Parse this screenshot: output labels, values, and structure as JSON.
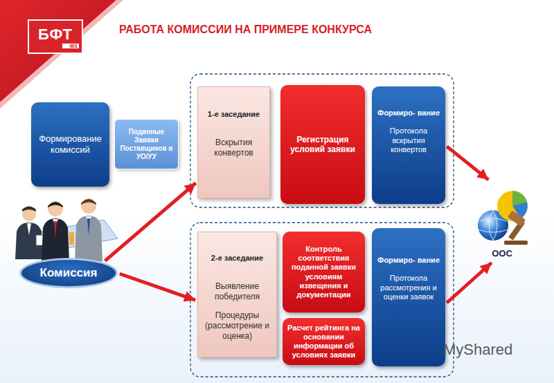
{
  "diagram": {
    "title": "РАБОТА КОМИССИИ НА ПРИМЕРЕ КОНКУРСА",
    "nodes": [
      {
        "text": [
          "БФТ",
          "IBS"
        ]
      },
      {
        "text": [
          "Формирование комиссий"
        ]
      },
      {
        "text": [
          "Поданные Заявки Поставщиков в УО/УУ"
        ]
      },
      {
        "text": [
          "1-е заседание",
          "Вскрытия конвертов"
        ]
      },
      {
        "text": [
          "Регистрация условий заявки"
        ]
      },
      {
        "text": [
          "Формиро- вание",
          "Протокола вскрытия конвертов"
        ]
      },
      {
        "text": [
          "Комиссия"
        ]
      },
      {
        "text": [
          "ООС"
        ]
      },
      {
        "text": [
          "2-е заседание",
          "Выявление победителя",
          "Процедуры (рассмотрение и оценка)"
        ]
      },
      {
        "text": [
          "Контроль соответствия поданной заявки условиям извещения и документации"
        ]
      },
      {
        "text": [
          "Расчет рейтинга на основании информации об условиях заявки"
        ]
      },
      {
        "text": [
          "Формиро- вание",
          "Протокола рассмотрения и оценки заявок"
        ]
      }
    ],
    "edges": [
      {
        "from": 6,
        "to": 3,
        "arrow": "to"
      },
      {
        "from": 6,
        "to": 8,
        "arrow": "to"
      },
      {
        "from": 5,
        "to": 7,
        "arrow": "to"
      },
      {
        "from": 11,
        "to": 7,
        "arrow": "to"
      }
    ],
    "labels": [
      "MyShared"
    ]
  }
}
